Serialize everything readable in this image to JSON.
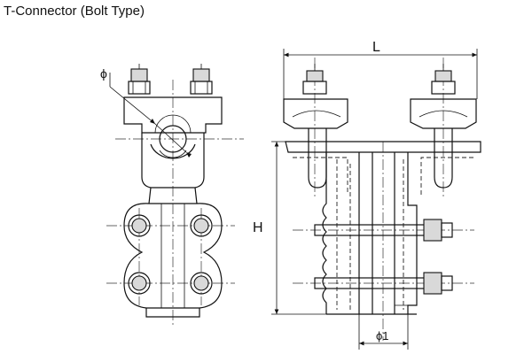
{
  "title": "T-Connector (Bolt Type)",
  "dimensions": {
    "length": "L",
    "height": "H",
    "diameter": "ϕ",
    "diameter_1": "ϕ1"
  }
}
